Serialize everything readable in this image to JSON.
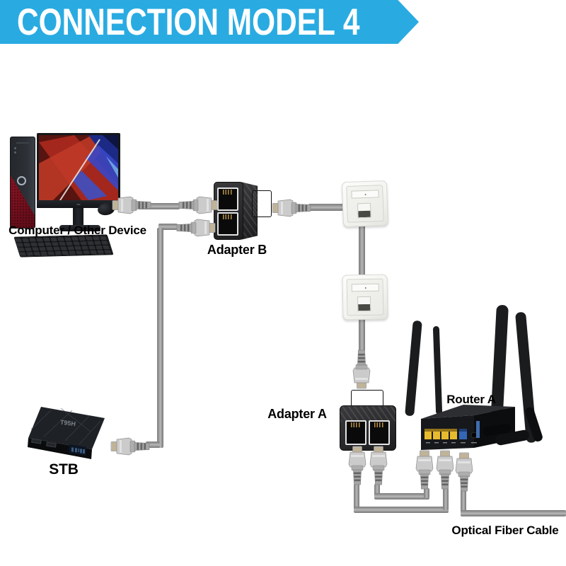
{
  "banner": {
    "title": "CONNECTION MODEL 4"
  },
  "devices": {
    "computer": {
      "label": "Computer / Other Device"
    },
    "adapter_b": {
      "label": "Adapter B"
    },
    "adapter_a": {
      "label": "Adapter A"
    },
    "router_a": {
      "label": "Router A"
    },
    "stb": {
      "label": "STB",
      "logo": "T95H"
    },
    "optical_fiber": {
      "label": "Optical Fiber Cable"
    }
  },
  "colors": {
    "banner_bg": "#29abe2",
    "banner_text": "#ffffff",
    "label_text": "#000000",
    "cable": "#9a9a9a",
    "connector_body": "#cbcbcb",
    "connector_boot": "#a5a5a5",
    "adapter_body": "#2e2e31",
    "port_bezel": "#e3e3e3",
    "port_inner": "#0a0a0a",
    "wall_plate": "#f3f3f0",
    "router_body": "#17181b",
    "lan_port": "#e7bb2e",
    "wan_port": "#3566b5",
    "antenna": "#1b1c1e",
    "stb_body": "#1e2125",
    "screen_red": "#c23b28",
    "screen_blue": "#3847c8"
  }
}
